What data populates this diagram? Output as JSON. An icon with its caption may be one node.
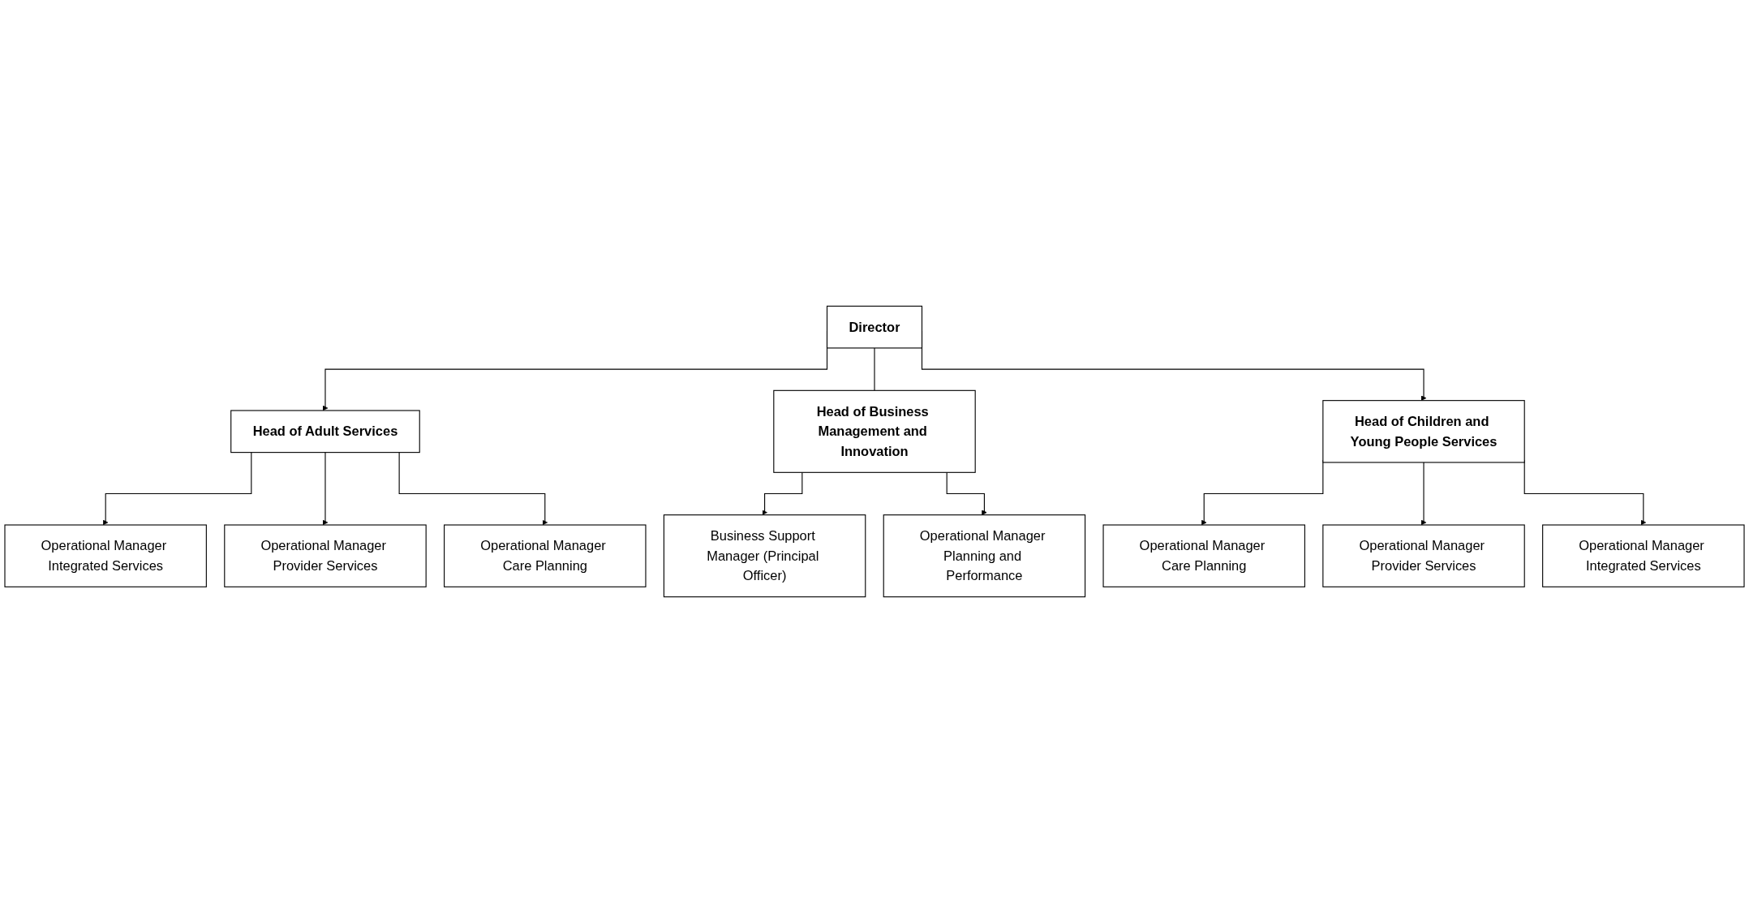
{
  "diagram": {
    "nodes": [
      {
        "text": [
          "Director"
        ]
      },
      {
        "text": [
          "Head of Adult Services"
        ]
      },
      {
        "text": [
          "Head of Business Management and Innovation"
        ]
      },
      {
        "text": [
          "Head of Children and Young People Services"
        ]
      },
      {
        "text": [
          "Business Support Manager (Principal Officer)"
        ]
      },
      {
        "text": [
          "Operational Manager Planning and Performance"
        ]
      },
      {
        "text": [
          "Operational Manager Integrated Services"
        ]
      },
      {
        "text": [
          "Operational Manager Provider Services"
        ]
      },
      {
        "text": [
          "Operational Manager Care Planning"
        ]
      },
      {
        "text": [
          "Operational Manager Care Planning"
        ]
      },
      {
        "text": [
          "Operational Manager Provider Services"
        ]
      },
      {
        "text": [
          "Operational Manager Integrated Services"
        ]
      }
    ],
    "edges": [
      {
        "from": 0,
        "to": 1,
        "arrow": "to"
      },
      {
        "from": 0,
        "to": 2,
        "arrow": "none"
      },
      {
        "from": 0,
        "to": 3,
        "arrow": "to"
      },
      {
        "from": 2,
        "to": 4,
        "arrow": "to"
      },
      {
        "from": 2,
        "to": 5,
        "arrow": "to"
      },
      {
        "from": 1,
        "to": 6,
        "arrow": "to"
      },
      {
        "from": 1,
        "to": 7,
        "arrow": "to"
      },
      {
        "from": 1,
        "to": 8,
        "arrow": "to"
      },
      {
        "from": 3,
        "to": 9,
        "arrow": "to"
      },
      {
        "from": 3,
        "to": 10,
        "arrow": "to"
      },
      {
        "from": 3,
        "to": 11,
        "arrow": "to"
      }
    ]
  }
}
